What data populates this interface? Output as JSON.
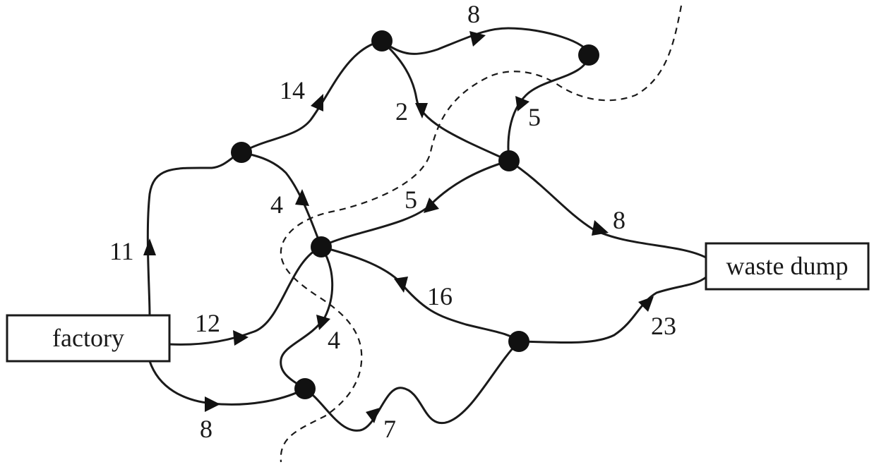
{
  "nodes": {
    "source": "factory",
    "sink": "waste dump"
  },
  "edges": [
    {
      "id": "factory-a",
      "capacity": "11"
    },
    {
      "id": "factory-e",
      "capacity": "12"
    },
    {
      "id": "factory-g",
      "capacity": "8"
    },
    {
      "id": "a-b",
      "capacity": "14"
    },
    {
      "id": "b-c",
      "capacity": "8"
    },
    {
      "id": "b-d",
      "capacity": "2"
    },
    {
      "id": "c-d",
      "capacity": "5"
    },
    {
      "id": "d-e",
      "capacity": "5"
    },
    {
      "id": "d-waste",
      "capacity": "8"
    },
    {
      "id": "e-a",
      "capacity": "4"
    },
    {
      "id": "e-f",
      "capacity": "16"
    },
    {
      "id": "e-g",
      "capacity": "4"
    },
    {
      "id": "g-f",
      "capacity": "7"
    },
    {
      "id": "f-waste",
      "capacity": "23"
    }
  ]
}
